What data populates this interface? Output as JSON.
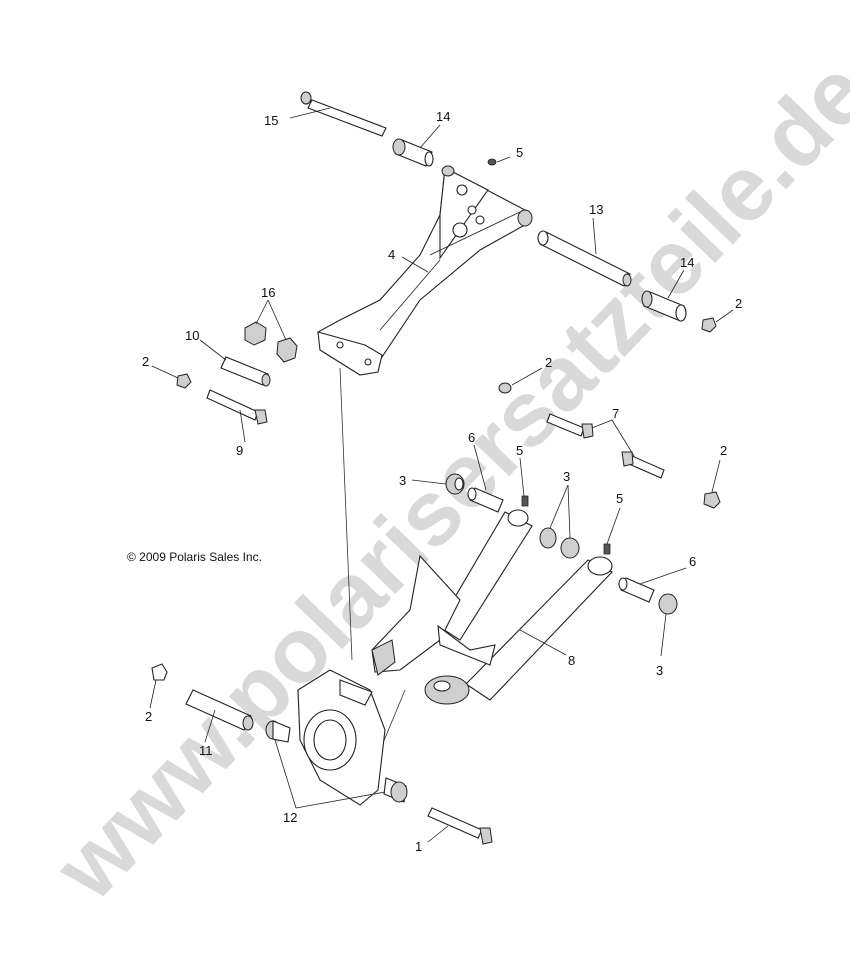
{
  "diagram": {
    "copyright": "© 2009 Polaris Sales Inc.",
    "watermark": "www.polarisersatzteile.de",
    "callouts": {
      "c1": "1",
      "c2a": "2",
      "c2b": "2",
      "c2c": "2",
      "c2d": "2",
      "c2e": "2",
      "c3a": "3",
      "c3b": "3",
      "c3c": "3",
      "c4": "4",
      "c5a": "5",
      "c5b": "5",
      "c5c": "5",
      "c6a": "6",
      "c6b": "6",
      "c7": "7",
      "c8": "8",
      "c9": "9",
      "c10": "10",
      "c11": "11",
      "c12": "12",
      "c13": "13",
      "c14a": "14",
      "c14b": "14",
      "c15": "15",
      "c16": "16"
    }
  }
}
